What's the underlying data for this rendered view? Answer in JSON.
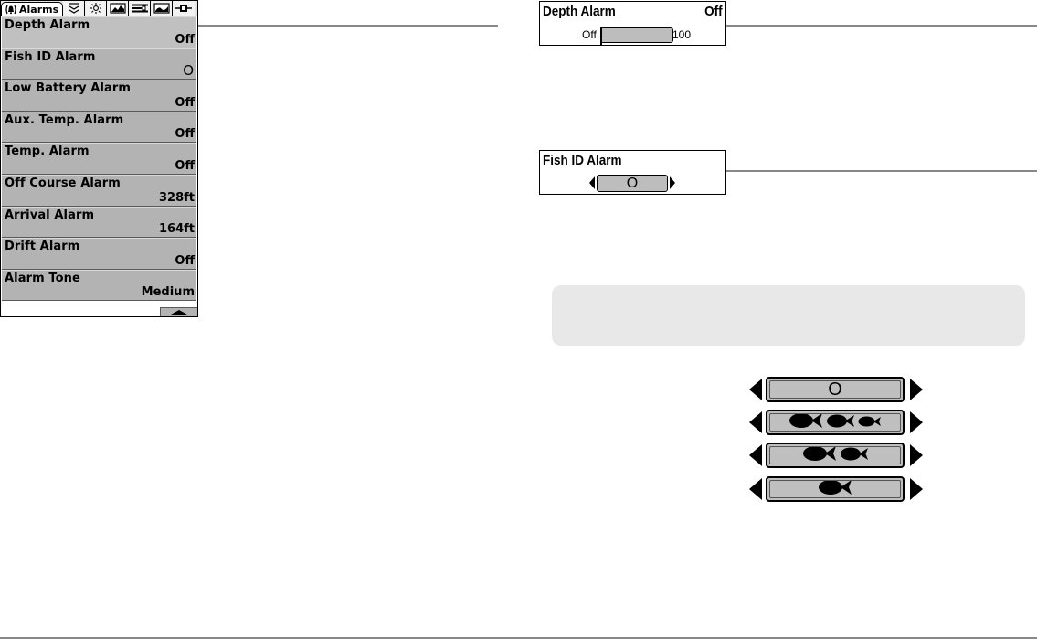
{
  "tabs": {
    "active_label": "Alarms",
    "items": [
      {
        "icon": "alarm-bell-icon"
      },
      {
        "icon": "sonar-icon"
      },
      {
        "icon": "light-icon"
      },
      {
        "icon": "chart-icon"
      },
      {
        "icon": "setup-icon"
      },
      {
        "icon": "view-icon"
      },
      {
        "icon": "accessories-icon"
      }
    ]
  },
  "menu": {
    "items": [
      {
        "label": "Depth Alarm",
        "value": "Off"
      },
      {
        "label": "Fish ID Alarm",
        "value": "O"
      },
      {
        "label": "Low Battery Alarm",
        "value": "Off"
      },
      {
        "label": "Aux. Temp. Alarm",
        "value": "Off"
      },
      {
        "label": "Temp. Alarm",
        "value": "Off"
      },
      {
        "label": "Off Course Alarm",
        "value": "328ft"
      },
      {
        "label": "Arrival Alarm",
        "value": "164ft"
      },
      {
        "label": "Drift Alarm",
        "value": "Off"
      },
      {
        "label": "Alarm Tone",
        "value": "Medium"
      }
    ]
  },
  "depth_alarm": {
    "title": "Depth Alarm",
    "value": "Off",
    "min_label": "Off",
    "max_label": "100"
  },
  "fish_id_alarm": {
    "title": "Fish ID Alarm",
    "value": "O"
  },
  "fish_options": [
    {
      "symbol": "O",
      "fish_count": 0
    },
    {
      "symbol": "",
      "fish_count": 3
    },
    {
      "symbol": "",
      "fish_count": 2
    },
    {
      "symbol": "",
      "fish_count": 1
    }
  ],
  "colors": {
    "menu_item_bg": "#b3b3b3",
    "selector_bg": "#bfbfbf",
    "note_bg": "#e8e8e8",
    "callout_line": "#888888"
  }
}
